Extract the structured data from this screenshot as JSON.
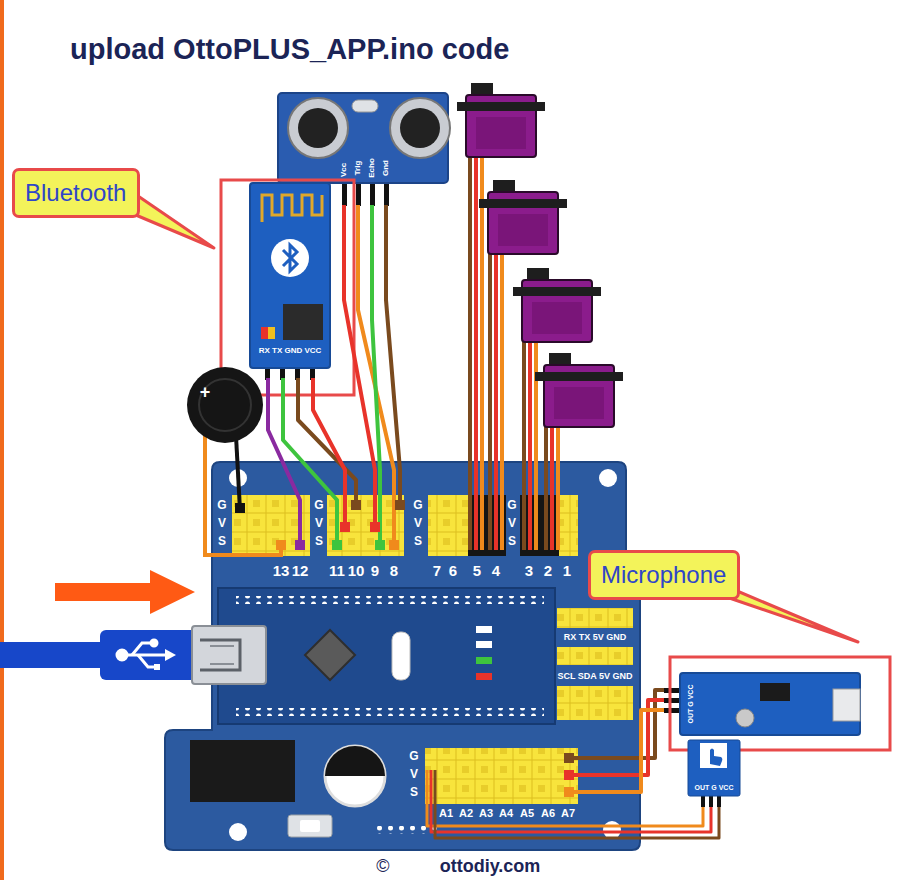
{
  "diagram": {
    "title": "upload OttoPLUS_APP.ino code",
    "nodes": [
      {
        "text": [
          "Bluetooth"
        ]
      },
      {
        "text": [
          "Microphone"
        ]
      }
    ],
    "labels": [
      "Vcc",
      "Trig",
      "Echo",
      "Gnd",
      "RX TX GND VCC",
      "+",
      "G",
      "V",
      "S",
      "G",
      "V",
      "S",
      "G",
      "V",
      "S",
      "G",
      "V",
      "S",
      "13",
      "12",
      "11",
      "10",
      "9",
      "8",
      "7",
      "6",
      "5",
      "4",
      "3",
      "2",
      "1",
      "RX TX 5V GND",
      "SCL SDA 5V GND",
      "OUT G VCC",
      "G",
      "V",
      "S",
      "OUT G VCC",
      "A1",
      "A2",
      "A3",
      "A4",
      "A5",
      "A6",
      "A7",
      "©",
      "ottodiy.com"
    ]
  }
}
